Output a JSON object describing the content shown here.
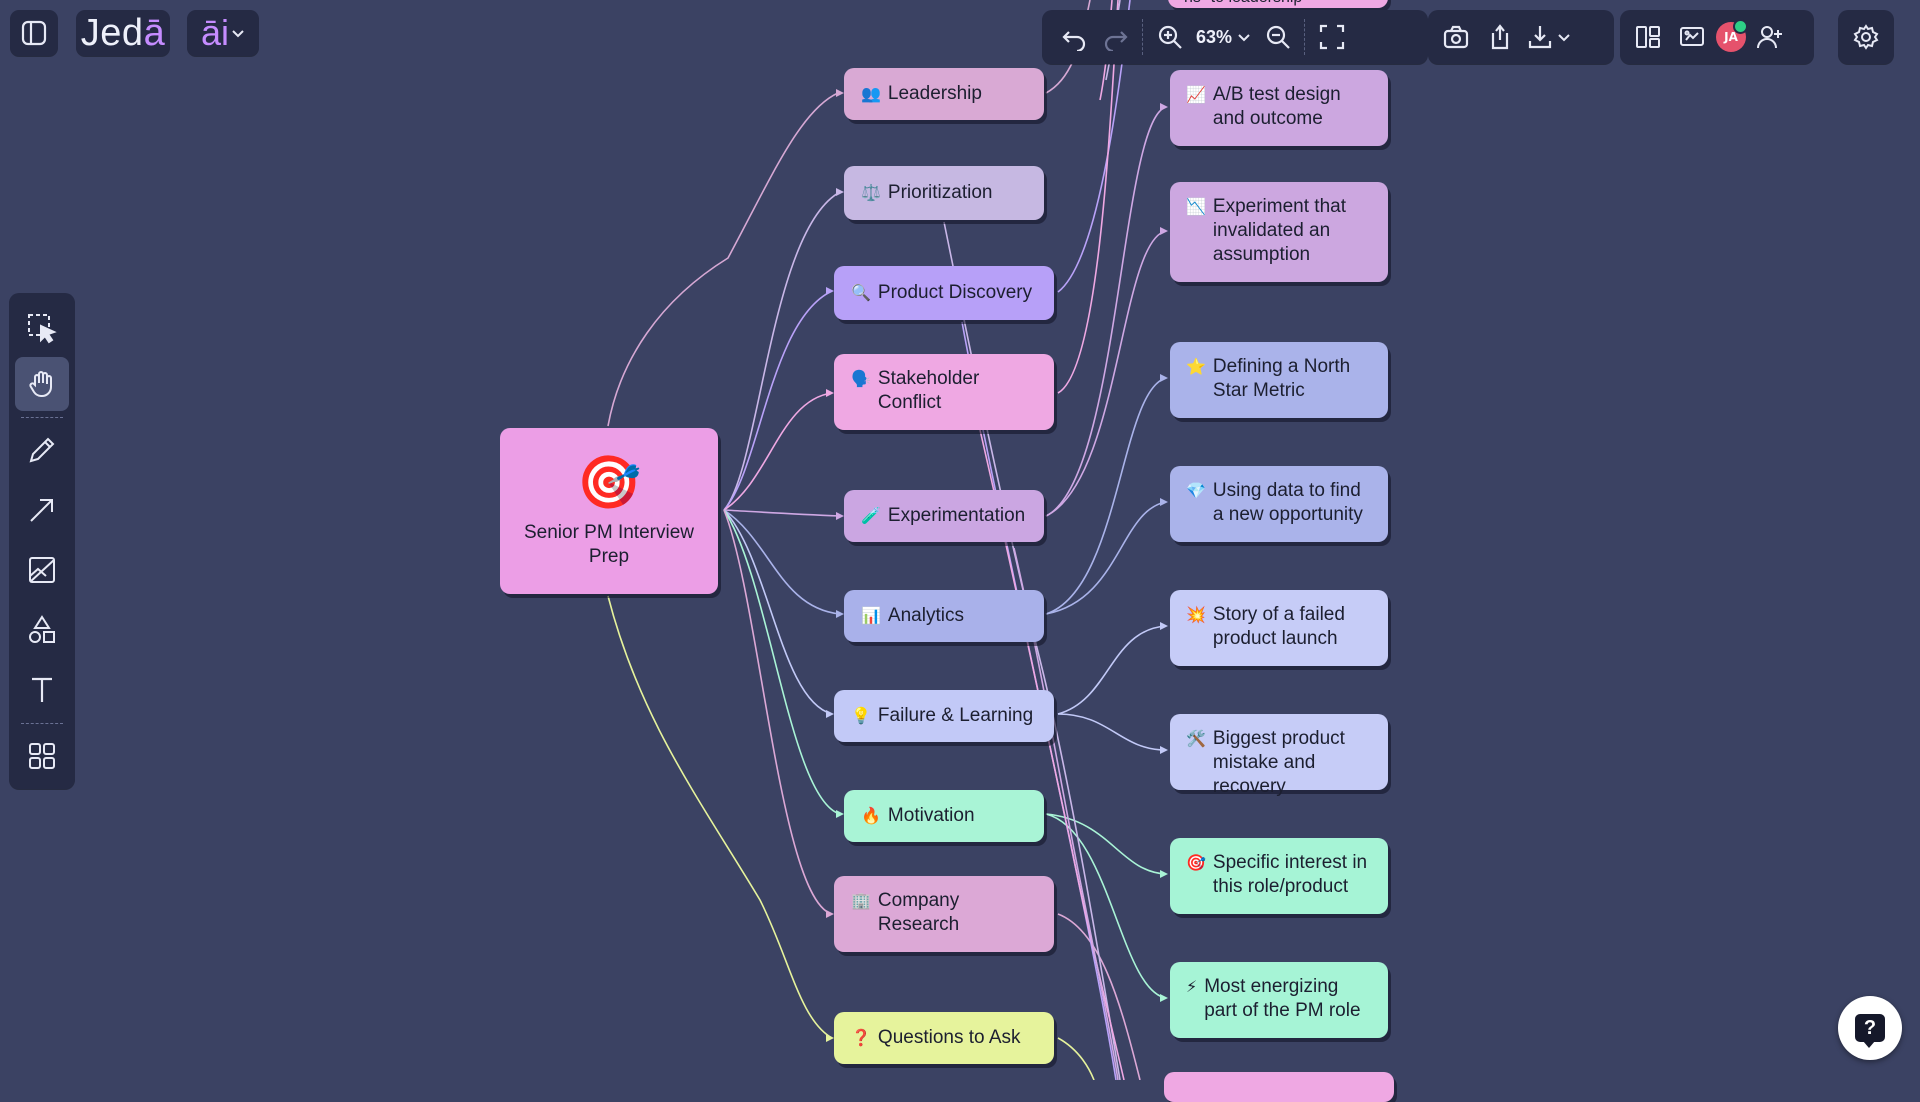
{
  "app": {
    "logo_prefix": "Jed",
    "logo_accent": "ā",
    "ai_label": "āi"
  },
  "toolbar": {
    "zoom": "63%"
  },
  "user": {
    "initials": "JA"
  },
  "help": {
    "label": "?"
  },
  "mindmap": {
    "root": {
      "icon": "🎯",
      "label": "Senior PM Interview Prep"
    },
    "branches": [
      {
        "icon": "👥",
        "label": "Leadership",
        "color": "#d9a9d4"
      },
      {
        "icon": "⚖️",
        "label": "Prioritization",
        "color": "#c6b8e2"
      },
      {
        "icon": "🔍",
        "label": "Product Discovery",
        "color": "#b7a0f8"
      },
      {
        "icon": "🗣️",
        "label": "Stakeholder Conflict",
        "color": "#efa8e3"
      },
      {
        "icon": "🧪",
        "label": "Experimentation",
        "color": "#cba6e2"
      },
      {
        "icon": "📊",
        "label": "Analytics",
        "color": "#a9b1ea"
      },
      {
        "icon": "💡",
        "label": "Failure & Learning",
        "color": "#c2c9f7"
      },
      {
        "icon": "🔥",
        "label": "Motivation",
        "color": "#a9f4d6"
      },
      {
        "icon": "🏢",
        "label": "Company Research",
        "color": "#dca8d6"
      },
      {
        "icon": "❓",
        "label": "Questions to Ask",
        "color": "#e6f39c"
      }
    ],
    "leaves": [
      {
        "icon": "📈",
        "label": "A/B test design and outcome",
        "color": "#cca7e0"
      },
      {
        "icon": "📉",
        "label": "Experiment that invalidated an assumption",
        "color": "#cca7e0"
      },
      {
        "icon": "⭐",
        "label": "Defining a North Star Metric",
        "color": "#aab3ea"
      },
      {
        "icon": "💎",
        "label": "Using data to find a new opportunity",
        "color": "#aab3ea"
      },
      {
        "icon": "💥",
        "label": "Story of a failed product launch",
        "color": "#c6ccf7"
      },
      {
        "icon": "🛠️",
        "label": "Biggest product mistake and recovery",
        "color": "#c6ccf7"
      },
      {
        "icon": "🎯",
        "label": "Specific interest in this role/product",
        "color": "#a6f4d6"
      },
      {
        "icon": "⚡",
        "label": "Most energizing part of the PM role",
        "color": "#a6f4d6"
      }
    ],
    "top_partial_label": "hs- to leadership"
  }
}
